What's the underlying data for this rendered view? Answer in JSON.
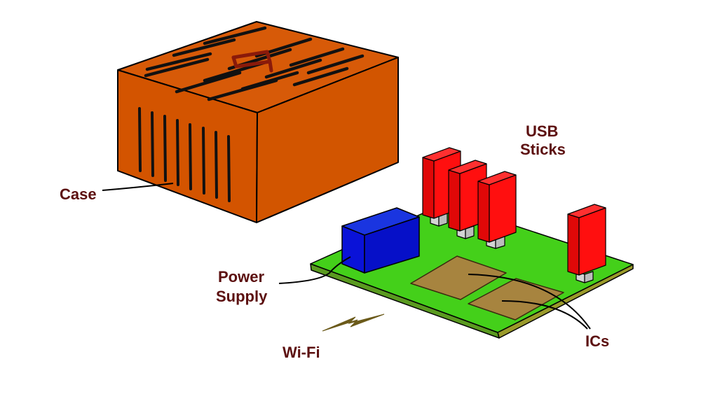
{
  "labels": {
    "case": "Case",
    "usb_line1": "USB",
    "usb_line2": "Sticks",
    "power_line1": "Power",
    "power_line2": "Supply",
    "wifi": "Wi-Fi",
    "ics": "ICs"
  },
  "colors": {
    "case_front": "#d35400",
    "case_top": "#d75a08",
    "case_side": "#d25500",
    "board_top": "#44d01a",
    "board_edge": "#9a9a2a",
    "power_front": "#0a12d8",
    "power_top": "#1a35e0",
    "usb_face": "#ff0f0f",
    "usb_side": "#e00808",
    "connector": "#d4d4d4",
    "ic_fill": "#a7843f",
    "label_text": "#5c1010",
    "wifi_bolt": "#6b5a1a"
  }
}
